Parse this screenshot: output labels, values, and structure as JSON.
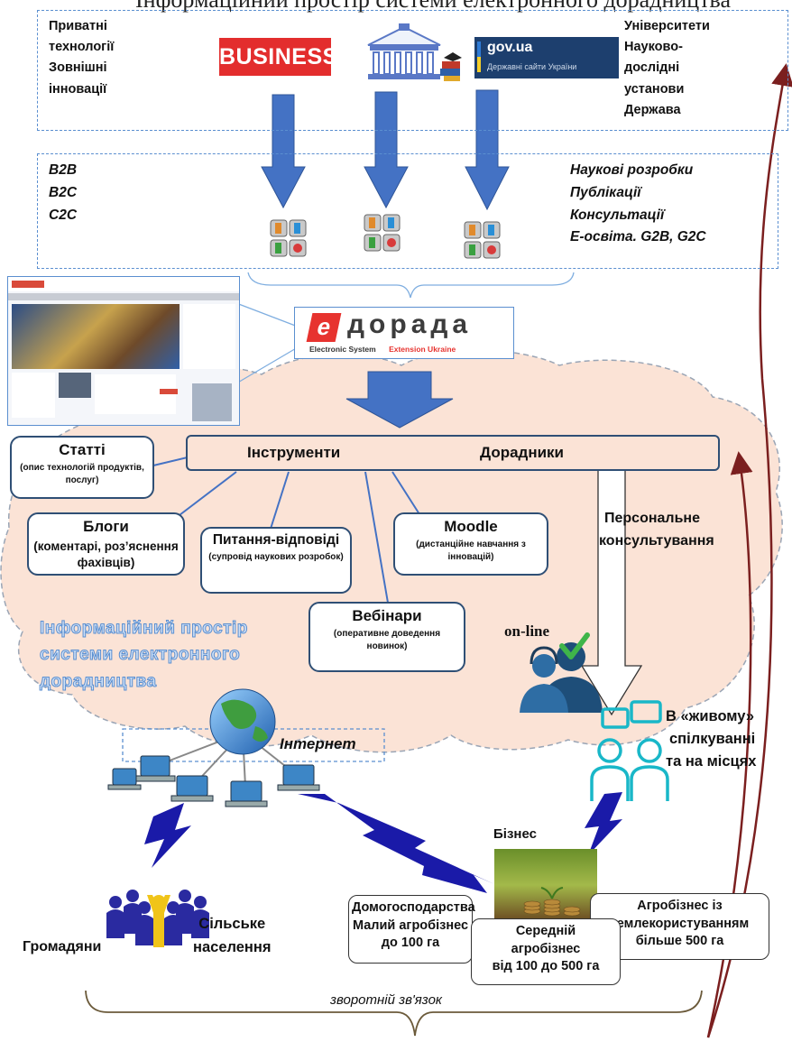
{
  "header_partial": "Інформаційний простір системи електронного дорадництва",
  "top_box": {
    "left_lines": [
      "Приватні",
      "технології",
      "Зовнішні",
      "інновації"
    ],
    "right_lines": [
      "Університети",
      "Науково-",
      "дослідні",
      "установи",
      "Держава"
    ],
    "business_logo": "BUSINESS",
    "gov_logo_main": "gov.ua",
    "gov_logo_sub": "Державні сайти України"
  },
  "mid_box": {
    "left_lines": [
      "B2B",
      "B2C",
      "C2C"
    ],
    "right_lines": [
      "Наукові розробки",
      "Публікації",
      "Консультації",
      "E-освіта.  G2B, G2C"
    ]
  },
  "edorada": {
    "letter": "e",
    "name": "дорада",
    "subtitle_a": "Electronic System",
    "subtitle_b": "Extension Ukraine"
  },
  "tools_bar": {
    "left": "Інструменти",
    "right": "Дорадники"
  },
  "tools": {
    "articles": {
      "title": "Статті",
      "sub": "(опис технологій продуктів,  послуг)"
    },
    "blogs": {
      "title": "Блоги",
      "sub": "(коментарі, роз’яснення фахівців)"
    },
    "qa": {
      "title": "Питання-відповіді",
      "sub": "(супровід наукових розробок)"
    },
    "moodle": {
      "title": "Moodle",
      "sub": "(дистанційне навчання з інновацій)"
    },
    "webinars": {
      "title": "Вебінари",
      "sub": "(оперативне доведення новинок)"
    }
  },
  "personal": [
    "Персональне",
    "консультування"
  ],
  "info_space": [
    "Інформаційний простір",
    "системи електронного",
    "дорадництва"
  ],
  "online": "on-line",
  "live": [
    "В «живому»",
    "спілкуванні",
    "та на місцях"
  ],
  "internet": "Інтернет",
  "business_label": "Бізнес",
  "citizens": "Громадяни",
  "rural": [
    "Сільське",
    "населення"
  ],
  "groups": {
    "households": [
      "Домогосподарства",
      "Малий агробізнес",
      "до 100 га"
    ],
    "medium": [
      "Середній",
      "агробізнес",
      "від 100 до 500 га"
    ],
    "agro": [
      "Агробізнес із",
      "землекористуванням",
      "більше 500 га"
    ]
  },
  "feedback": "зворотній зв'язок",
  "colors": {
    "arrow_blue": "#4472c4",
    "cloud_fill": "#fbe3d6",
    "dash_blue": "#5b8fd0",
    "feedback_arrow": "#7b1f1f",
    "info_text": "#8fb4e6",
    "business_red": "#e32d2d",
    "gov_navy": "#1d3f6e"
  }
}
